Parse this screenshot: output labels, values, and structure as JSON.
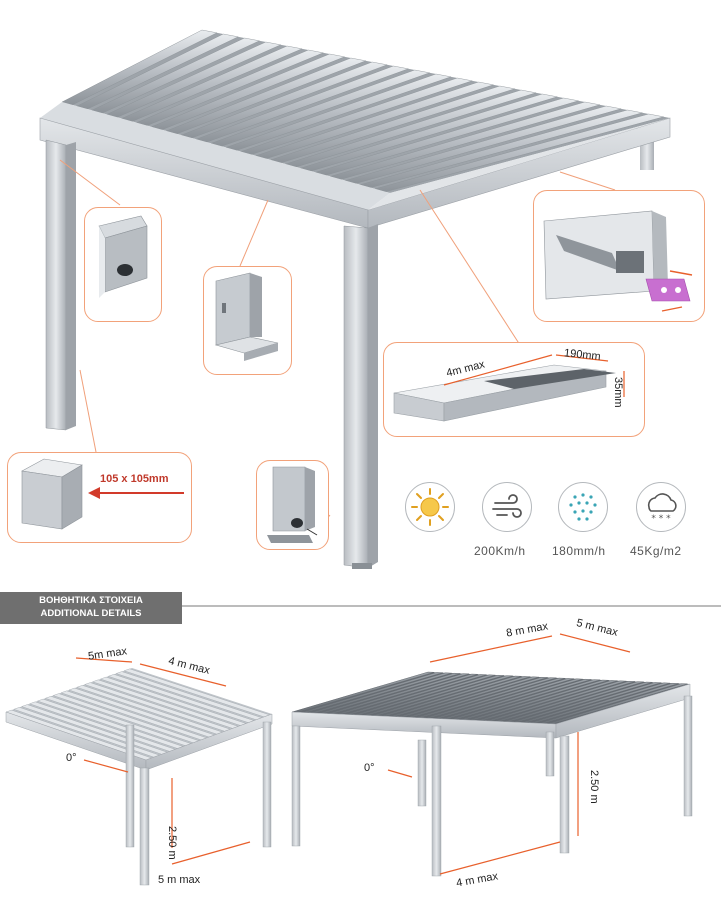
{
  "callouts": {
    "post_size": "105 x 105mm",
    "louvre_length": "4m max",
    "louvre_width": "190mm",
    "louvre_height": "35mm"
  },
  "stats": [
    {
      "icon": "sun-icon",
      "value": ""
    },
    {
      "icon": "wind-icon",
      "value": "200Km/h"
    },
    {
      "icon": "rain-icon",
      "value": "180mm/h"
    },
    {
      "icon": "snow-icon",
      "value": "45Kg/m2"
    }
  ],
  "banner": {
    "line1": "ΒΟΗΘΗΤΙΚΑ ΣΤΟΙΧΕΙΑ",
    "line2": "ADDITIONAL DETAILS"
  },
  "small_pergola": {
    "width_top": "5m max",
    "depth_top": "4 m max",
    "angle": "0°",
    "height": "2.50 m",
    "width_bottom": "5 m max"
  },
  "large_pergola": {
    "width_top": "8 m max",
    "depth_top": "5 m max",
    "angle": "0°",
    "height": "2.50 m",
    "width_bottom": "4 m max"
  },
  "colors": {
    "accent": "#e8602c",
    "callout_border": "#f2a27a",
    "frame": "#c9cdd1",
    "banner": "#6f6f6f"
  }
}
